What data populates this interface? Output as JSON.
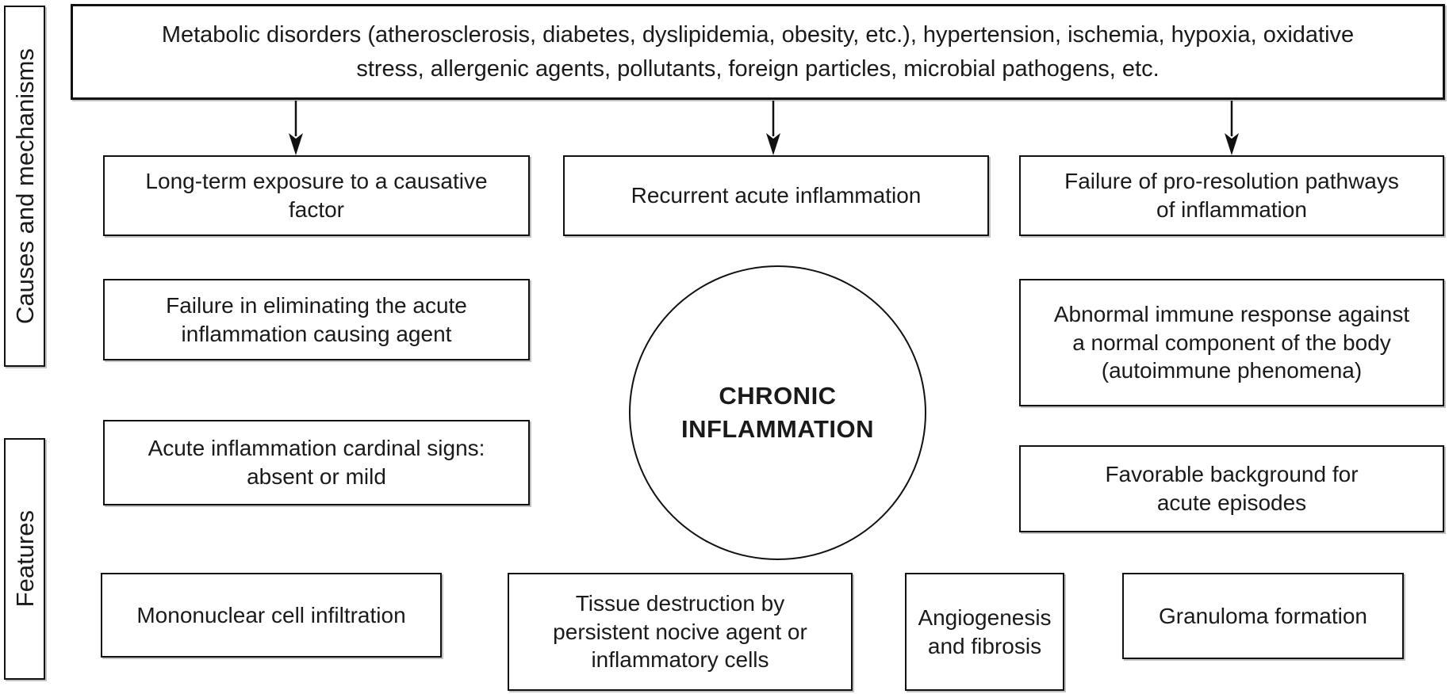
{
  "colors": {
    "background": "#ffffff",
    "border": "#111111",
    "text": "#1a1a1a",
    "shadow": "#c2c2c2"
  },
  "side_labels": {
    "causes": "Causes and mechanisms",
    "features": "Features"
  },
  "top_banner": {
    "text": "Metabolic disorders (atherosclerosis, diabetes, dyslipidemia, obesity, etc.), hypertension, ischemia, hypoxia, oxidative\nstress, allergenic agents, pollutants, foreign particles, microbial pathogens, etc."
  },
  "center_circle": {
    "text": "CHRONIC\nINFLAMMATION"
  },
  "causes_boxes": {
    "long_term_exposure": "Long-term exposure to a causative\nfactor",
    "recurrent_acute": "Recurrent acute inflammation",
    "pro_resolution_failure": "Failure of pro-resolution pathways\nof inflammation",
    "failure_eliminating": "Failure in eliminating the acute\ninflammation causing agent",
    "abnormal_immune": "Abnormal immune response against\na normal component of the body\n(autoimmune phenomena)"
  },
  "feature_boxes": {
    "cardinal_signs": "Acute inflammation cardinal signs:\nabsent or mild",
    "favorable_background": "Favorable background for\nacute episodes",
    "mononuclear": "Mononuclear cell infiltration",
    "tissue_destruction": "Tissue destruction by\npersistent nocive agent or\ninflammatory cells",
    "angiogenesis": "Angiogenesis\nand fibrosis",
    "granuloma": "Granuloma formation"
  }
}
